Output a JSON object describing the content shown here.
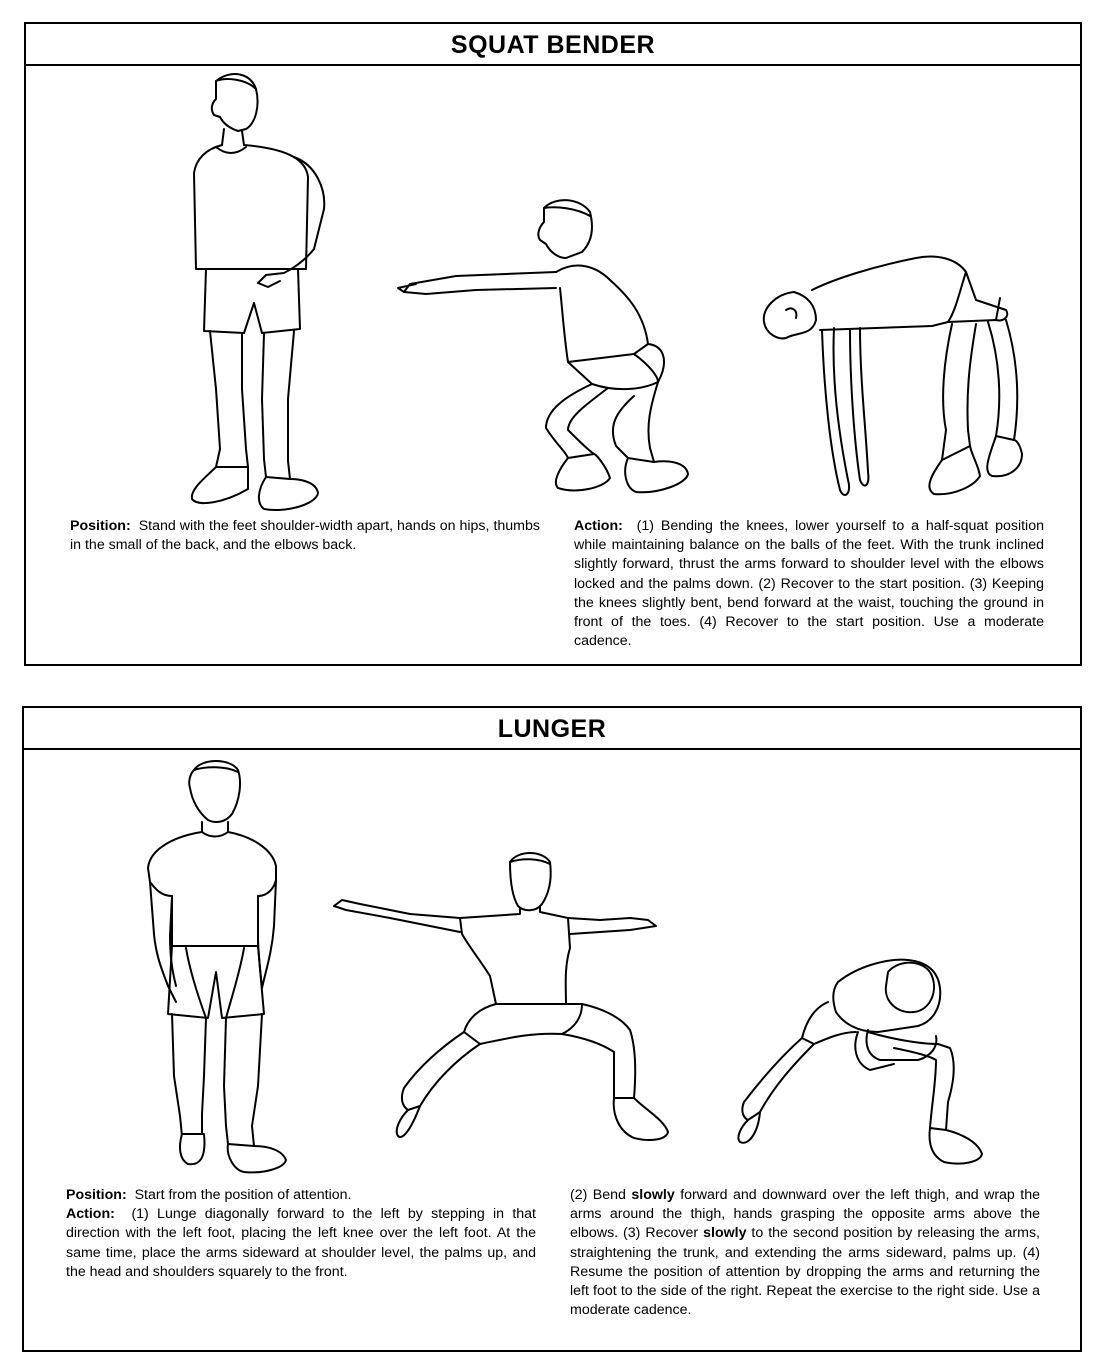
{
  "squat_bender": {
    "title": "SQUAT BENDER",
    "position_label": "Position:",
    "position_text": "Stand with the feet shoulder-width apart, hands on hips, thumbs in the small of the back, and the elbows back.",
    "action_label": "Action:",
    "action_text": "(1) Bending the knees, lower yourself to a half-squat position while maintaining balance on the balls of the feet. With the trunk inclined slightly forward, thrust the arms forward to shoulder level with the elbows locked and the palms down. (2) Recover to the start position. (3) Keeping the knees slightly bent, bend forward at the waist, touching the ground in front of the toes. (4) Recover to the start position. Use a moderate cadence."
  },
  "lunger": {
    "title": "LUNGER",
    "position_label": "Position:",
    "position_text": "Start from the position of attention.",
    "action_label": "Action:",
    "action_text": "(1) Lunge diagonally forward to the left by stepping in that direction with the left foot, placing the left knee over the left foot. At the same time, place the arms sideward at shoulder level, the palms up, and the head and shoulders squarely to the front.",
    "action_cont_1": "(2) Bend ",
    "slowly_1": "slowly",
    "action_cont_2": " forward and downward over the left thigh, and wrap the arms around the thigh, hands grasping the opposite arms above the elbows. (3) Recover ",
    "slowly_2": "slowly",
    "action_cont_3": " to the second position by releasing the arms, straightening the trunk, and extending the arms sideward, palms up. (4) Resume the position of attention by dropping the arms and returning the left foot to the side of the right. Repeat the exercise to the right side. Use a moderate cadence."
  }
}
